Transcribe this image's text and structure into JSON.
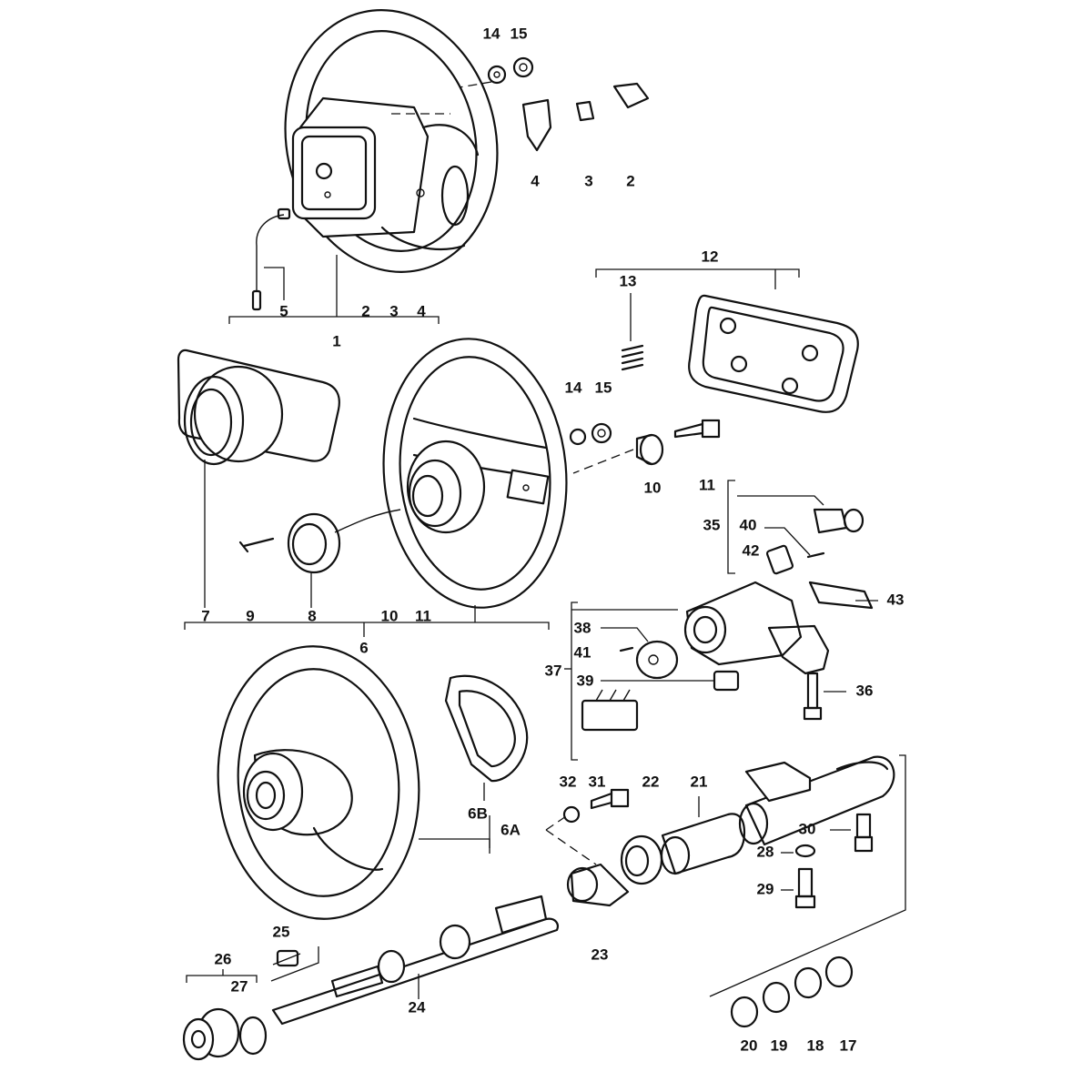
{
  "callouts": {
    "c1": "1",
    "c2a": "2",
    "c2b": "2",
    "c3a": "3",
    "c3b": "3",
    "c4a": "4",
    "c4b": "4",
    "c5": "5",
    "c6": "6",
    "c6A": "6A",
    "c6B": "6B",
    "c7": "7",
    "c8": "8",
    "c9": "9",
    "c10a": "10",
    "c10b": "10",
    "c11a": "11",
    "c11b": "11",
    "c12": "12",
    "c13": "13",
    "c14a": "14",
    "c14b": "14",
    "c15a": "15",
    "c15b": "15",
    "c17": "17",
    "c18": "18",
    "c19": "19",
    "c20": "20",
    "c21": "21",
    "c22": "22",
    "c23": "23",
    "c24": "24",
    "c25": "25",
    "c26": "26",
    "c27": "27",
    "c28": "28",
    "c29": "29",
    "c30": "30",
    "c31": "31",
    "c32": "32",
    "c35": "35",
    "c36": "36",
    "c37": "37",
    "c38": "38",
    "c39": "39",
    "c40": "40",
    "c41": "41",
    "c42": "42",
    "c43": "43"
  }
}
